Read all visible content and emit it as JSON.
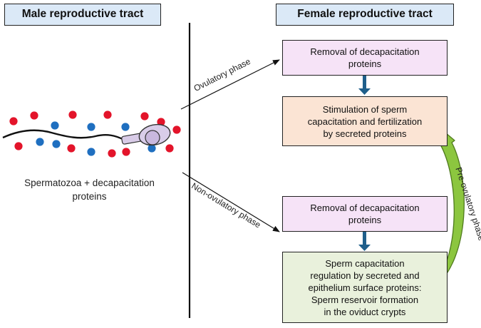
{
  "headers": {
    "male": "Male reproductive tract",
    "female": "Female reproductive tract"
  },
  "left_caption": "Spermatozoa + decapacitation\nproteins",
  "arrows": {
    "ovulatory": "Ovulatory phase",
    "non_ovulatory": "Non-ovulatory phase",
    "pre_ovulatory": "Pre-ovulatory phase"
  },
  "boxes": {
    "removal_top": "Removal of decapacitation\nproteins",
    "stimulation": "Stimulation of sperm\ncapacitation and fertilization\nby secreted proteins",
    "removal_bottom": "Removal of decapacitation\nproteins",
    "regulation": "Sperm capacitation\nregulation by secreted and\nepithelium  surface proteins:\nSperm reservoir formation\nin the oviduct crypts"
  },
  "colors": {
    "header_fill": "#dbe9f7",
    "pink_box": "#f6e3f7",
    "peach_box": "#fbe4d4",
    "green_box": "#e9f1dc",
    "connector": "#1f5f8b",
    "red_protein": "#e3142a",
    "blue_protein": "#1f6fc0",
    "green_arrow": "#8cc63f"
  }
}
